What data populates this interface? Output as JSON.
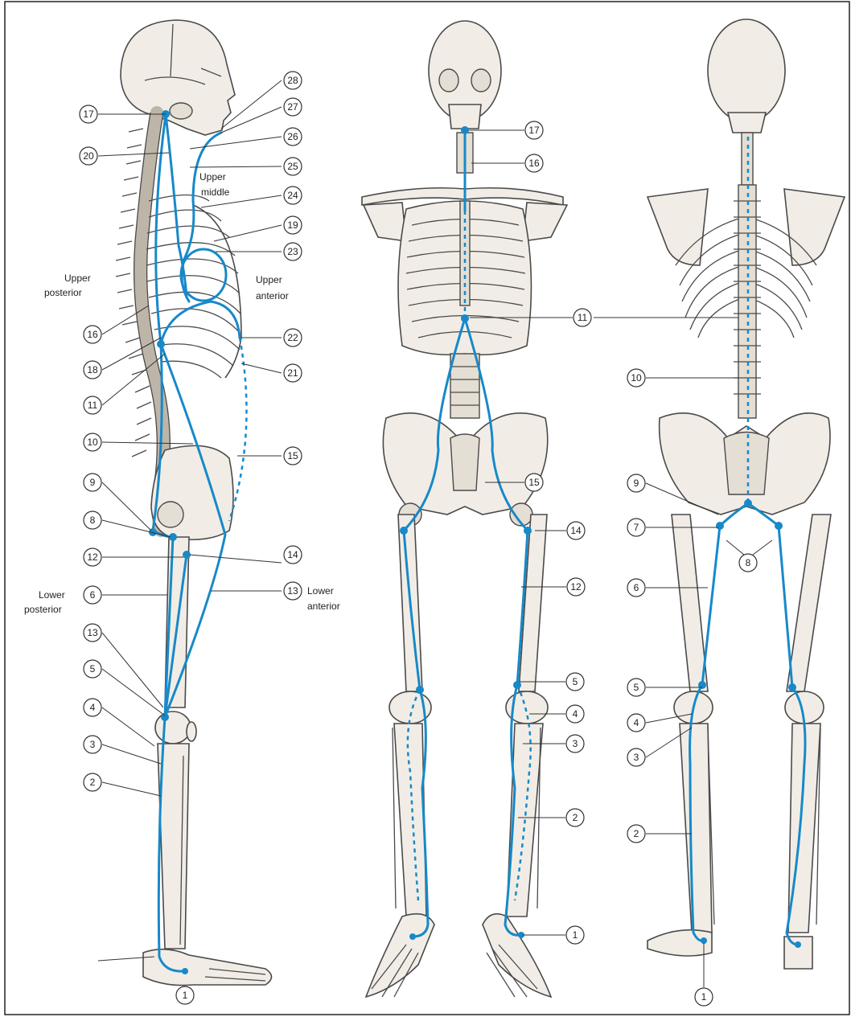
{
  "figure": {
    "lateral_view": {
      "markers": [
        "28",
        "27",
        "26",
        "25",
        "24",
        "19",
        "23",
        "22",
        "21",
        "15",
        "14",
        "13",
        "17",
        "20",
        "16",
        "18",
        "11",
        "10",
        "9",
        "8",
        "12",
        "6",
        "13",
        "5",
        "4",
        "3",
        "2",
        "1"
      ],
      "labels": {
        "upper_middle_1": "Upper",
        "upper_middle_2": "middle",
        "upper_posterior_1": "Upper",
        "upper_posterior_2": "posterior",
        "upper_anterior_1": "Upper",
        "upper_anterior_2": "anterior",
        "lower_anterior_1": "Lower",
        "lower_anterior_2": "anterior",
        "lower_posterior_1": "Lower",
        "lower_posterior_2": "posterior"
      }
    },
    "anterior_view": {
      "markers": [
        "17",
        "16",
        "11",
        "15",
        "14",
        "12",
        "5",
        "4",
        "3",
        "2",
        "1"
      ]
    },
    "posterior_view": {
      "markers": [
        "11",
        "10",
        "9",
        "7",
        "8",
        "6",
        "5",
        "4",
        "3",
        "2",
        "1"
      ]
    },
    "colors": {
      "line": "#1789c9",
      "bone_fill": "#f1ede6",
      "bone_outline": "#4a4a4a"
    }
  }
}
